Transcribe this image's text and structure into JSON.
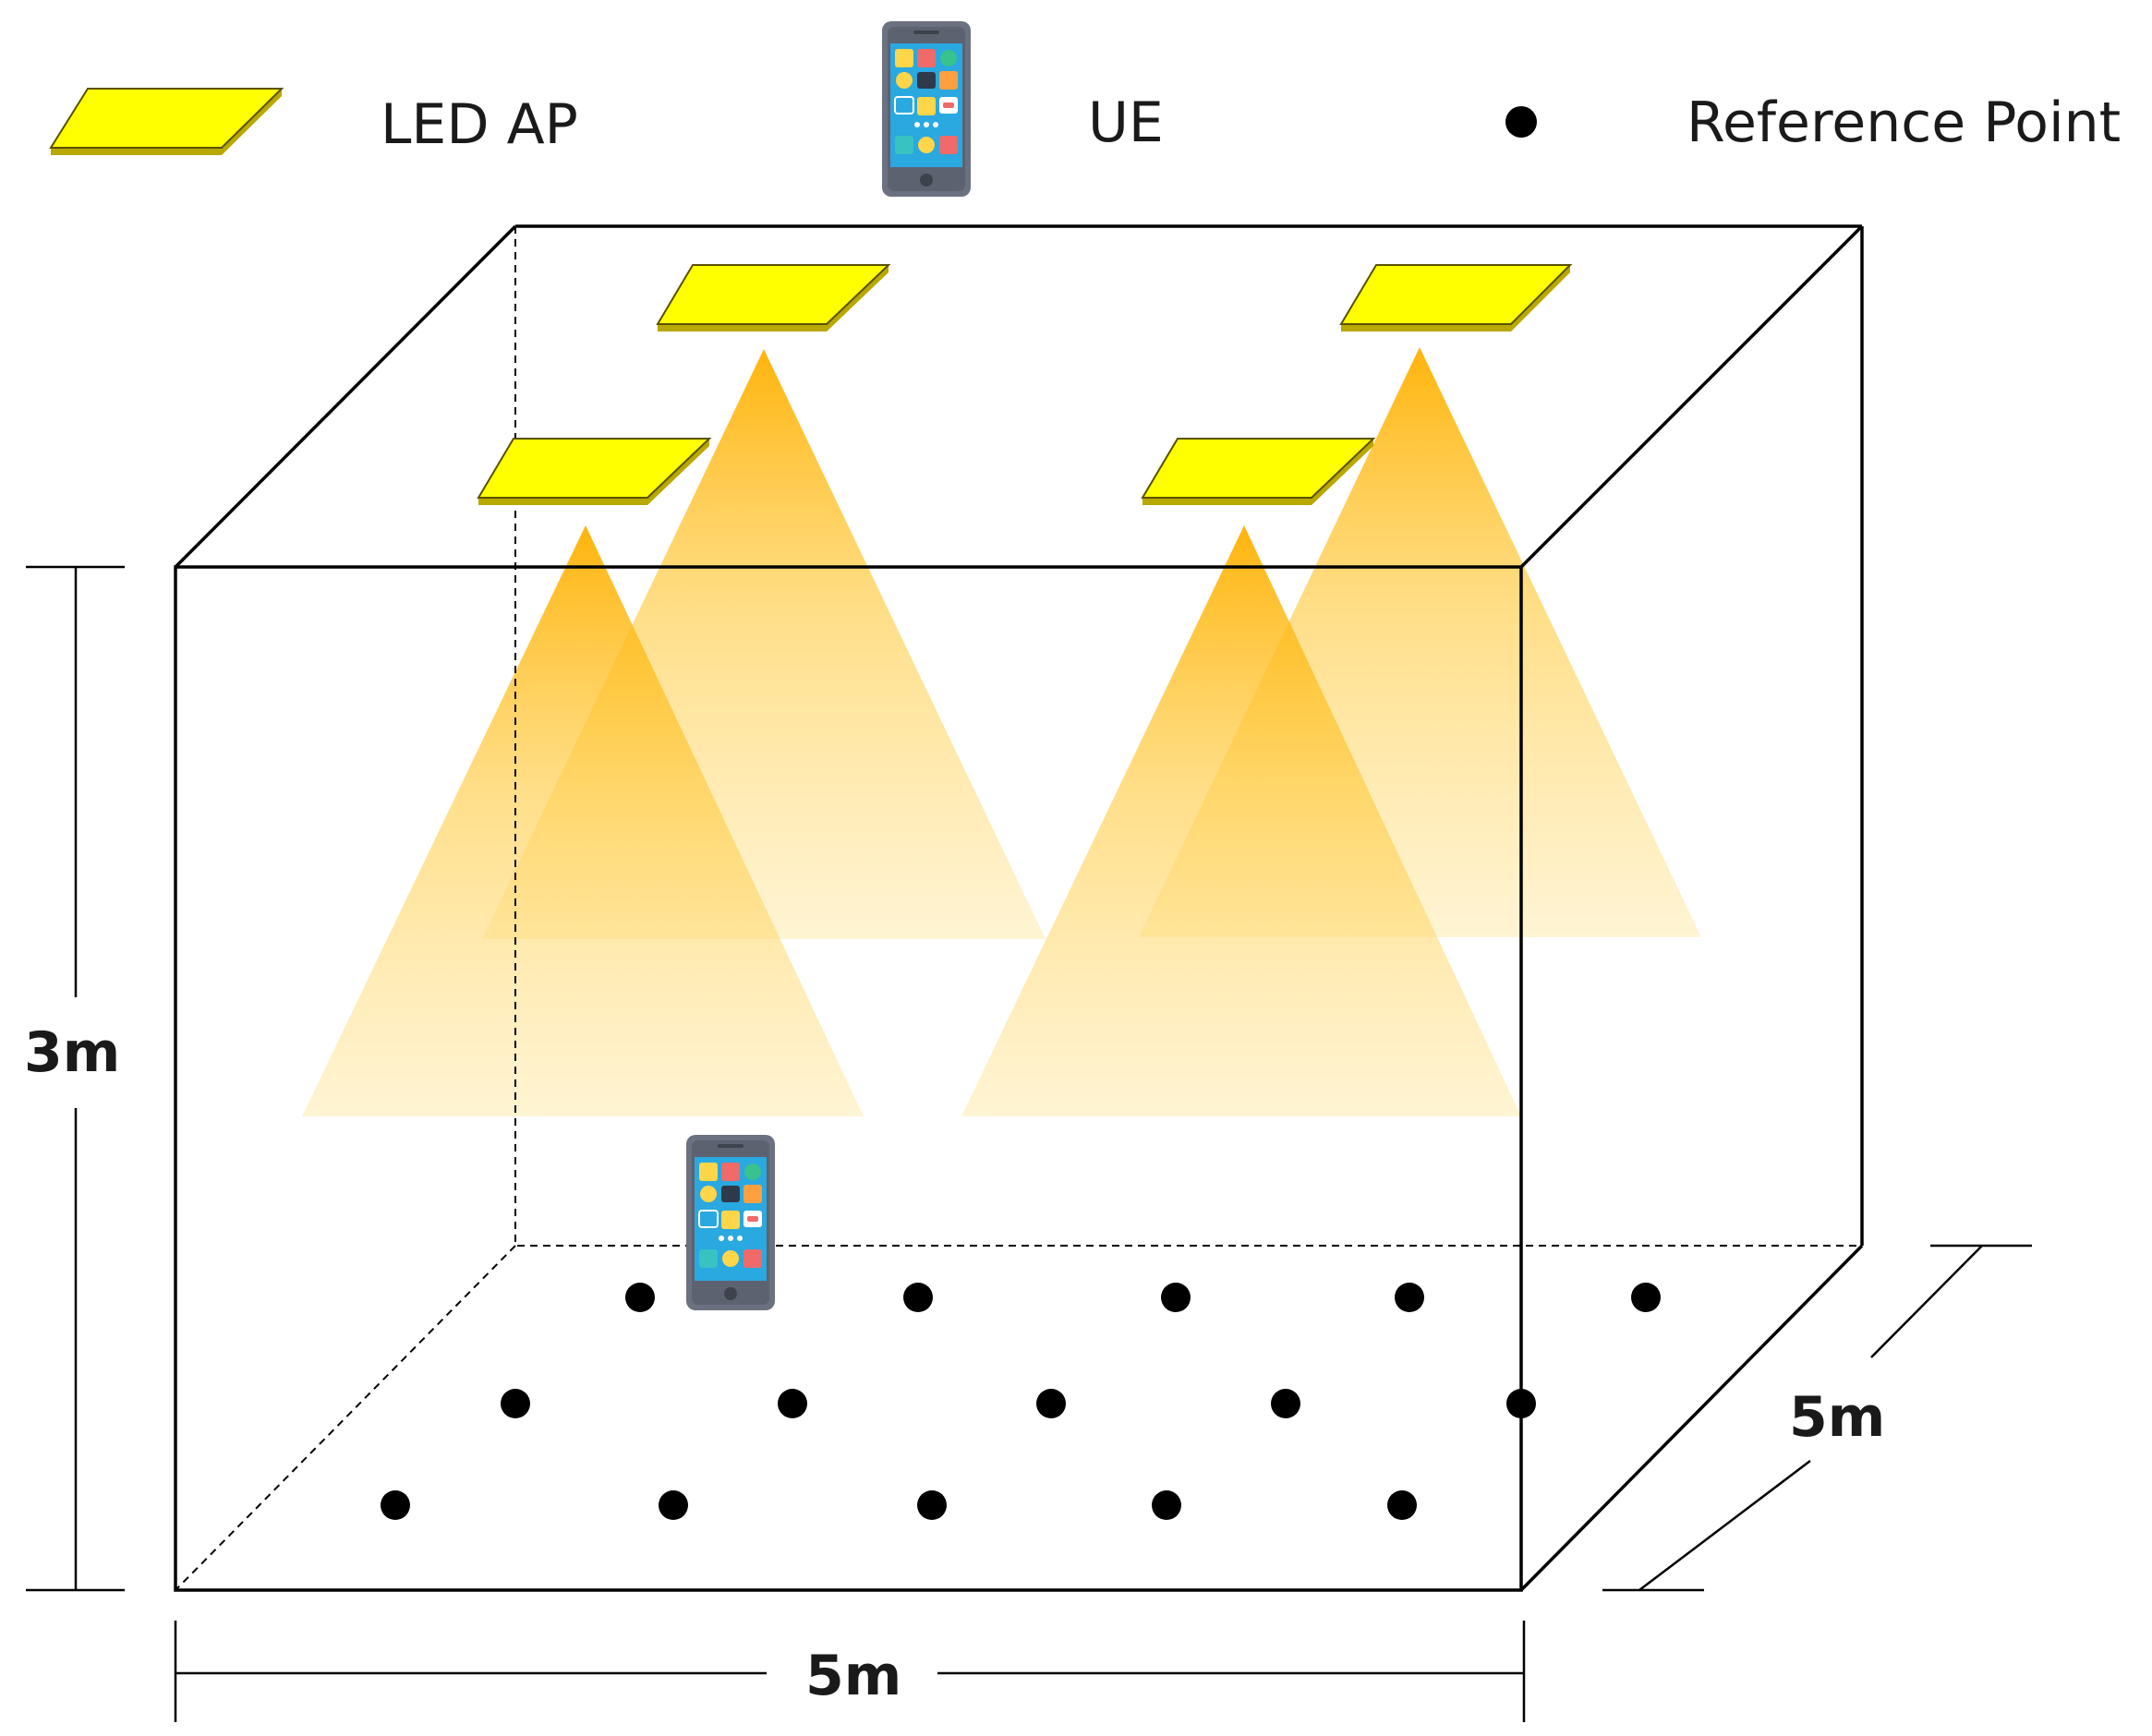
{
  "legend": {
    "led_label": "LED AP",
    "ue_label": "UE",
    "ref_label": "Reference Point"
  },
  "dimensions": {
    "height": "3m",
    "width": "5m",
    "depth": "5m"
  },
  "reference_points": {
    "rows": 3,
    "per_row": 5
  },
  "led_count": 4,
  "colors": {
    "led_fill": "#ffff00",
    "led_edge": "#b8a800",
    "cone_top": "#ffb000",
    "cone_bottom": "#ffe9a8",
    "line": "#000000",
    "dot": "#000000",
    "phone_body": "#6b7180",
    "phone_screen": "#2aa8e0"
  },
  "icons": [
    "led-panel-icon",
    "smartphone-icon",
    "dot-icon"
  ]
}
